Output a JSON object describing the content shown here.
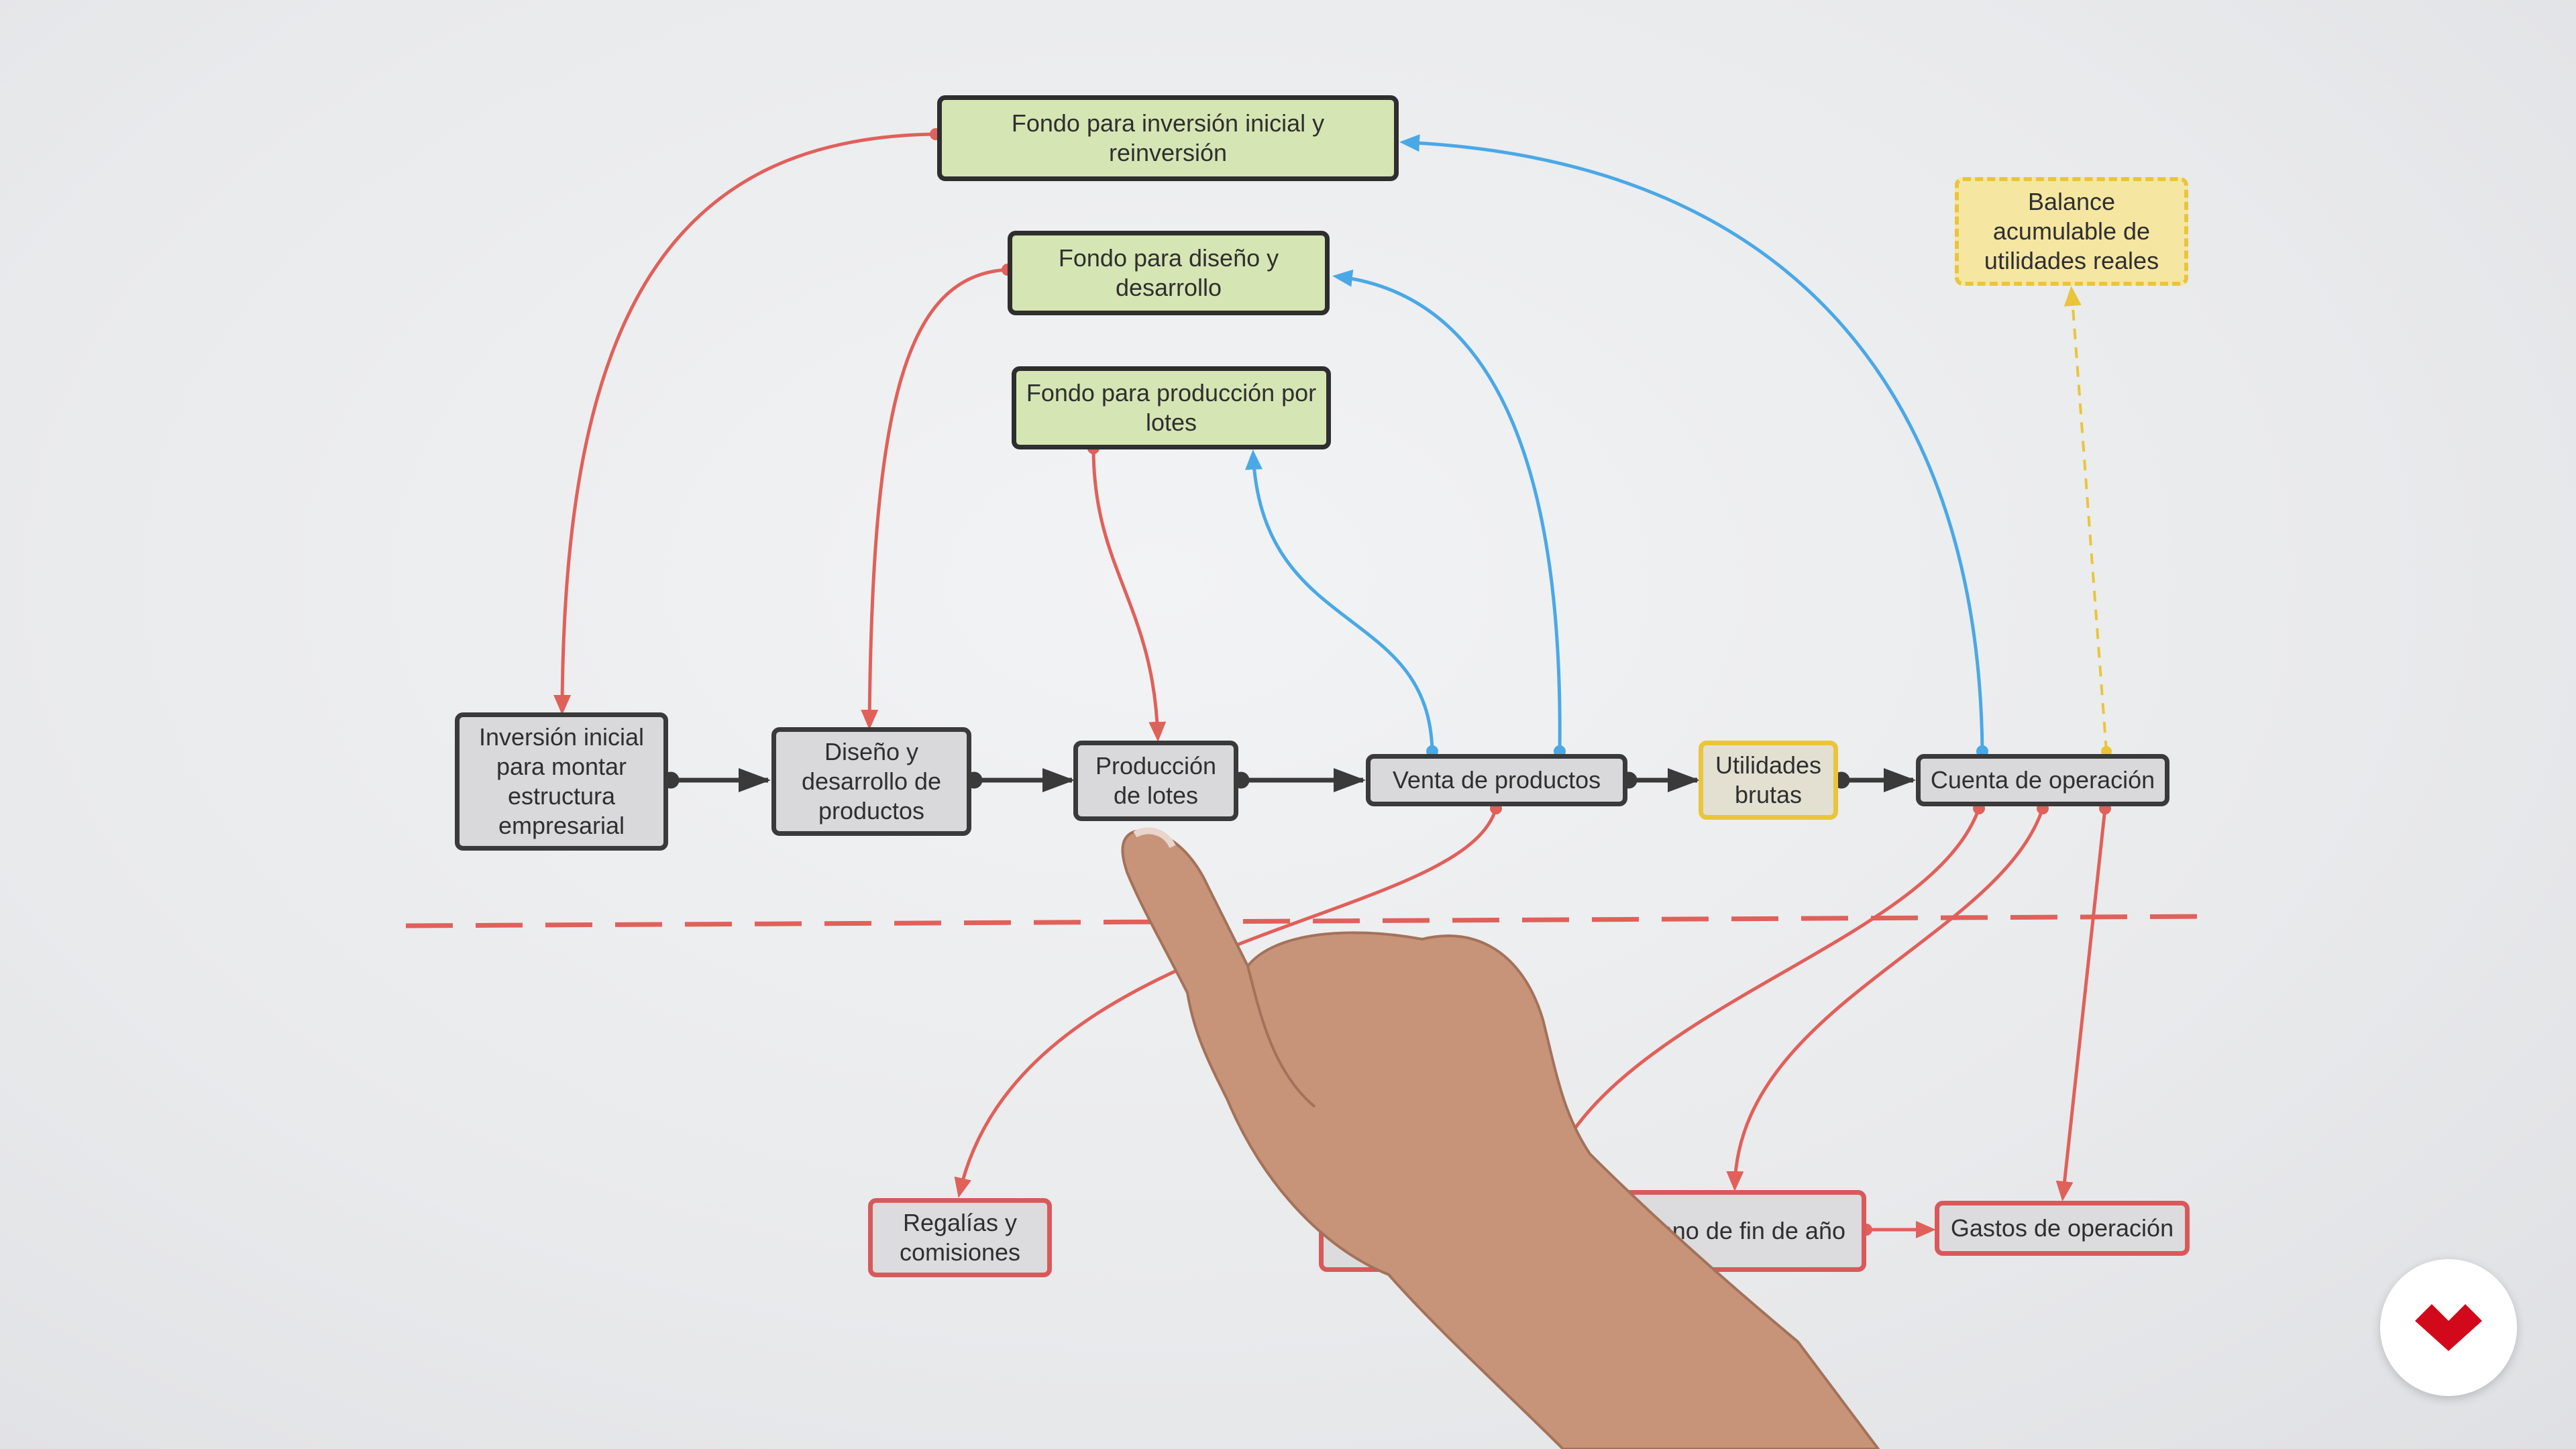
{
  "nodes": {
    "fondo_inversion": "Fondo para inversión inicial y reinversión",
    "fondo_diseno": "Fondo para diseño y desarrollo",
    "fondo_produccion": "Fondo para producción por lotes",
    "balance": "Balance acumulable de utilidades reales",
    "inversion_inicial": "Inversión inicial para montar estructura empresarial",
    "diseno_desarrollo": "Diseño y desarrollo de productos",
    "produccion_lotes": "Producción de lotes",
    "venta_productos": "Venta de productos",
    "utilidades_brutas": "Utilidades brutas",
    "cuenta_operacion": "Cuenta de operación",
    "regalias": "Regalías y comisiones",
    "fondo_bono": "Fondo para bono de fin de año",
    "gastos_operacion": "Gastos de operación"
  },
  "colors": {
    "fund_fill": "#d6e5b4",
    "step_fill": "#d9d9db",
    "outline": "#2e2e2e",
    "red_arrow": "#e0605a",
    "blue_arrow": "#4aa8e6",
    "yellow": "#e9c53a",
    "logo_red": "#d2091b"
  },
  "logo": {
    "icon": "chevron-logo-icon"
  }
}
